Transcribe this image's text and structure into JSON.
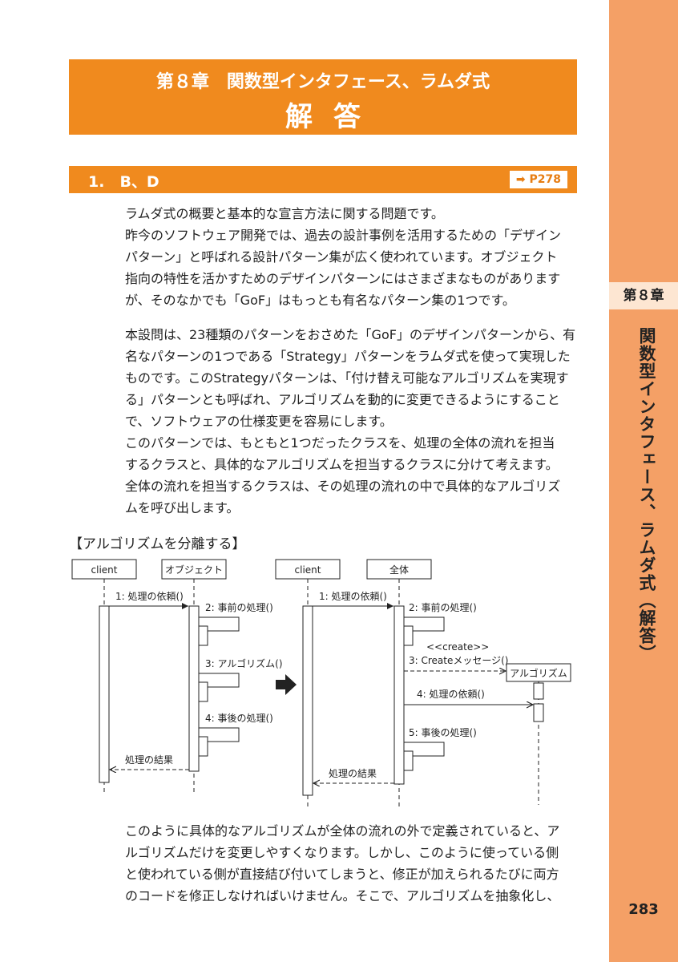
{
  "header": {
    "chapter_line": "第８章　関数型インタフェース、ラムダ式",
    "answer_title": "解答"
  },
  "question": {
    "title": "1.　B、D",
    "page_ref": "➡ P278"
  },
  "sidebar": {
    "chapter_label": "第８章",
    "vertical_title": "関数型インタフェース、ラムダ式（解答）",
    "page_number": "283"
  },
  "paragraphs_1": [
    "ラムダ式の概要と基本的な宣言方法に関する問題です。",
    "昨今のソフトウェア開発では、過去の設計事例を活用するための「デザイン",
    "パターン」と呼ばれる設計パターン集が広く使われています。オブジェクト",
    "指向の特性を活かすためのデザインパターンにはさまざまなものがあります",
    "が、そのなかでも「GoF」はもっとも有名なパターン集の1つです。"
  ],
  "paragraphs_2": [
    "本設問は、23種類のパターンをおさめた「GoF」のデザインパターンから、有",
    "名なパターンの1つである「Strategy」パターンをラムダ式を使って実現した",
    "ものです。このStrategyパターンは、「付け替え可能なアルゴリズムを実現す",
    "る」パターンとも呼ばれ、アルゴリズムを動的に変更できるようにすること",
    "で、ソフトウェアの仕様変更を容易にします。",
    "このパターンでは、もともと1つだったクラスを、処理の全体の流れを担当",
    "するクラスと、具体的なアルゴリズムを担当するクラスに分けて考えます。",
    "全体の流れを担当するクラスは、その処理の流れの中で具体的なアルゴリズ",
    "ムを呼び出します。"
  ],
  "figure": {
    "title": "【アルゴリズムを分離する】",
    "left": {
      "client": "client",
      "object": "オブジェクト",
      "msg1": "1: 処理の依頼()",
      "msg2": "2: 事前の処理()",
      "msg3": "3: アルゴリズム()",
      "msg4": "4: 事後の処理()",
      "result": "処理の結果"
    },
    "right": {
      "client": "client",
      "whole": "全体",
      "algo": "アルゴリズム",
      "msg1": "1: 処理の依頼()",
      "msg2": "2: 事前の処理()",
      "stereotype": "<<create>>",
      "msg3": "3: Createメッセージ()",
      "msg4": "4: 処理の依頼()",
      "msg5": "5: 事後の処理()",
      "result": "処理の結果"
    }
  },
  "paragraphs_3": [
    "このように具体的なアルゴリズムが全体の流れの外で定義されていると、ア",
    "ルゴリズムだけを変更しやすくなります。しかし、このように使っている側",
    "と使われている側が直接結び付いてしまうと、修正が加えられるたびに両方",
    "のコードを修正しなければいけません。そこで、アルゴリズムを抽象化し、"
  ]
}
